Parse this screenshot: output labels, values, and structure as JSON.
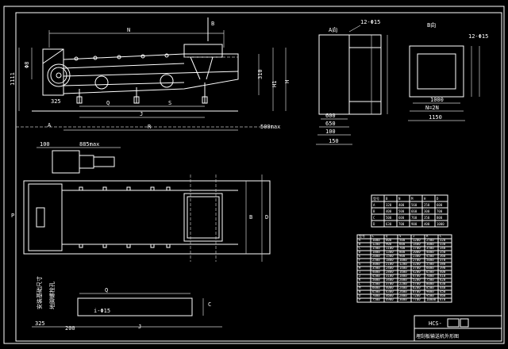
{
  "labels": {
    "n_dim": "N",
    "b_marker": "B",
    "a_marker": "A",
    "dim_1": "1111",
    "dim_d": "Φ8",
    "dim_325_top": "325",
    "dim_q_top": "Q",
    "dim_s": "S",
    "dim_j_top": "J",
    "dim_r": "R",
    "dim_500": "500max",
    "dim_310": "310",
    "dim_h1": "H1",
    "dim_h": "H",
    "dim_100": "100",
    "dim_885": "885max",
    "view_a_title": "A向",
    "view_a_holes": "12-Φ15",
    "view_a_600": "600",
    "view_a_650": "650",
    "view_a_100": "100",
    "view_a_150": "150",
    "view_b_title": "B向",
    "view_b_holes": "12-Φ15",
    "view_b_1000": "1000",
    "view_b_ns2": "N=2N",
    "view_b_1150": "1150",
    "side_p": "P",
    "side_b": "B",
    "side_d": "D",
    "bottom_q": "Q",
    "bottom_holes": "i-Φ15",
    "bottom_325": "325",
    "bottom_200": "200",
    "bottom_j": "J",
    "bottom_c": "C",
    "bottom_left_v1": "安装基础尺寸",
    "bottom_left_v2": "地脚螺栓孔",
    "title_code": "HCS-",
    "title_name": "埋刮板输送机外形图"
  },
  "small_table": {
    "header": [
      "型号",
      "B",
      "N",
      "M",
      "H",
      "D"
    ],
    "rows": [
      [
        "A",
        "320",
        "400",
        "560",
        "250",
        "600"
      ],
      [
        "B",
        "400",
        "500",
        "660",
        "300",
        "700"
      ],
      [
        "C",
        "500",
        "600",
        "760",
        "350",
        "800"
      ],
      [
        "D",
        "630",
        "700",
        "900",
        "400",
        "1000"
      ]
    ]
  },
  "big_table": {
    "header": [
      "型号",
      "L",
      "Q",
      "S",
      "J",
      "R",
      "C"
    ],
    "rows": [
      [
        "A",
        "1000",
        "800",
        "500",
        "1200",
        "2500",
        "320"
      ],
      [
        "B",
        "1200",
        "900",
        "600",
        "1400",
        "3000",
        "330"
      ],
      [
        "C",
        "1500",
        "1100",
        "700",
        "1700",
        "3500",
        "340"
      ],
      [
        "D",
        "1800",
        "1300",
        "800",
        "2000",
        "4000",
        "350"
      ],
      [
        "E",
        "2000",
        "1500",
        "900",
        "2300",
        "4500",
        "360"
      ],
      [
        "F",
        "2500",
        "1800",
        "1000",
        "2700",
        "5000",
        "370"
      ],
      [
        "G",
        "3000",
        "2100",
        "1200",
        "3200",
        "5500",
        "380"
      ],
      [
        "H",
        "3500",
        "2400",
        "1400",
        "3700",
        "6000",
        "390"
      ],
      [
        "I",
        "4000",
        "2800",
        "1600",
        "4200",
        "6500",
        "400"
      ],
      [
        "J",
        "4500",
        "3100",
        "1800",
        "4700",
        "7000",
        "410"
      ],
      [
        "K",
        "5000",
        "3400",
        "2000",
        "5200",
        "7500",
        "420"
      ],
      [
        "L",
        "5500",
        "3700",
        "2200",
        "5700",
        "8000",
        "430"
      ],
      [
        "M",
        "6000",
        "4000",
        "2400",
        "6200",
        "8500",
        "440"
      ],
      [
        "N",
        "6500",
        "4300",
        "2600",
        "6700",
        "9000",
        "450"
      ],
      [
        "O",
        "7000",
        "4600",
        "2800",
        "7200",
        "9500",
        "460"
      ],
      [
        "P",
        "7500",
        "4900",
        "3000",
        "7700",
        "10000",
        "470"
      ]
    ]
  }
}
